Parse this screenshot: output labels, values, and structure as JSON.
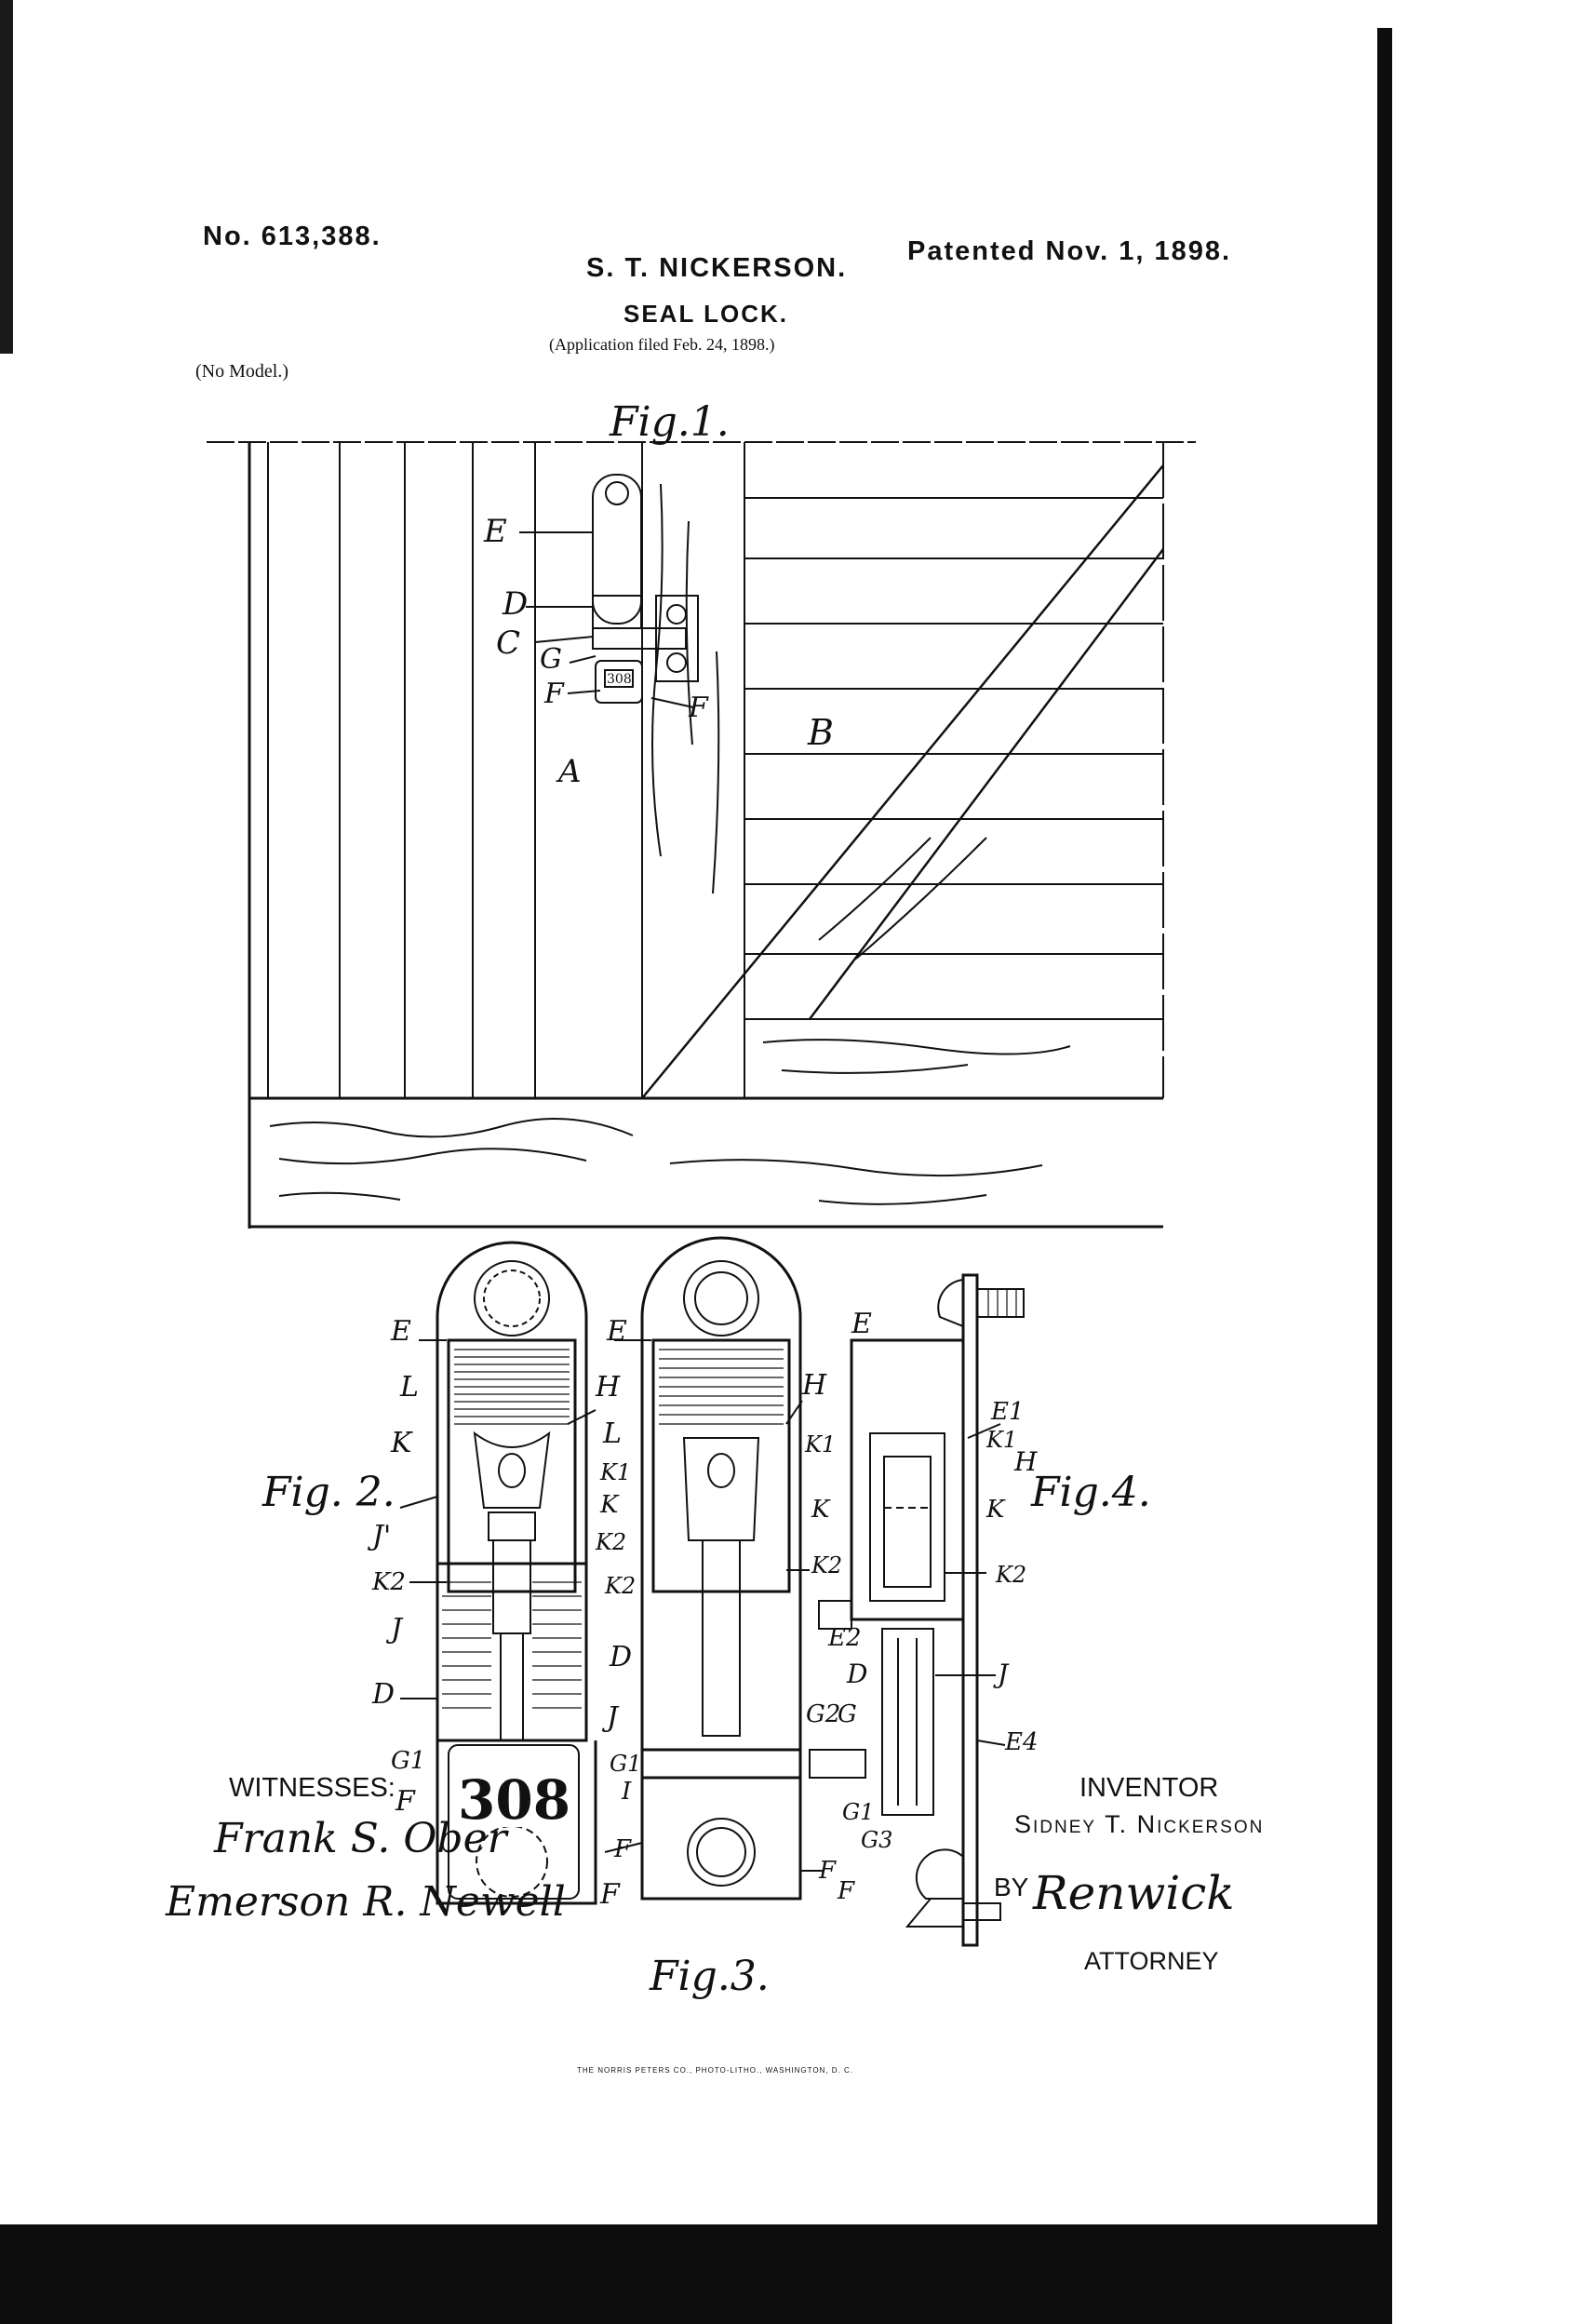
{
  "header": {
    "patent_number": "No. 613,388.",
    "inventor_name": "S. T. NICKERSON.",
    "title": "SEAL LOCK.",
    "application": "(Application filed Feb. 24, 1898.)",
    "model_note": "(No Model.)",
    "patented_date": "Patented Nov. 1, 1898."
  },
  "figures": {
    "fig1": "Fig.1.",
    "fig2": "Fig. 2.",
    "fig3": "Fig.3.",
    "fig4": "Fig.4.",
    "seal_number_small": "308",
    "seal_number_large": "308"
  },
  "labels": {
    "E": "E",
    "D": "D",
    "C": "C",
    "G": "G",
    "F": "F",
    "A": "A",
    "B": "B",
    "L": "L",
    "K": "K",
    "H": "H",
    "J": "J",
    "I": "I",
    "J1": "J'",
    "K1": "K1",
    "K2": "K2",
    "G1": "G1",
    "G2": "G2",
    "G3": "G3",
    "E1": "E1",
    "E2": "E2",
    "E4": "E4"
  },
  "footer": {
    "witnesses": "WITNESSES:",
    "witness1_signature": "Frank S. Ober",
    "witness2_signature": "Emerson R. Newell",
    "inventor_heading": "INVENTOR",
    "inventor_signature": "Sidney T. Nickerson",
    "by": "BY",
    "attorney_signature": "Renwick",
    "attorney_heading": "ATTORNEY",
    "imprint": "THE NORRIS PETERS CO., PHOTO-LITHO., WASHINGTON, D. C."
  },
  "colors": {
    "ink": "#111111",
    "paper": "#ffffff",
    "border": "#0d0d0d"
  }
}
